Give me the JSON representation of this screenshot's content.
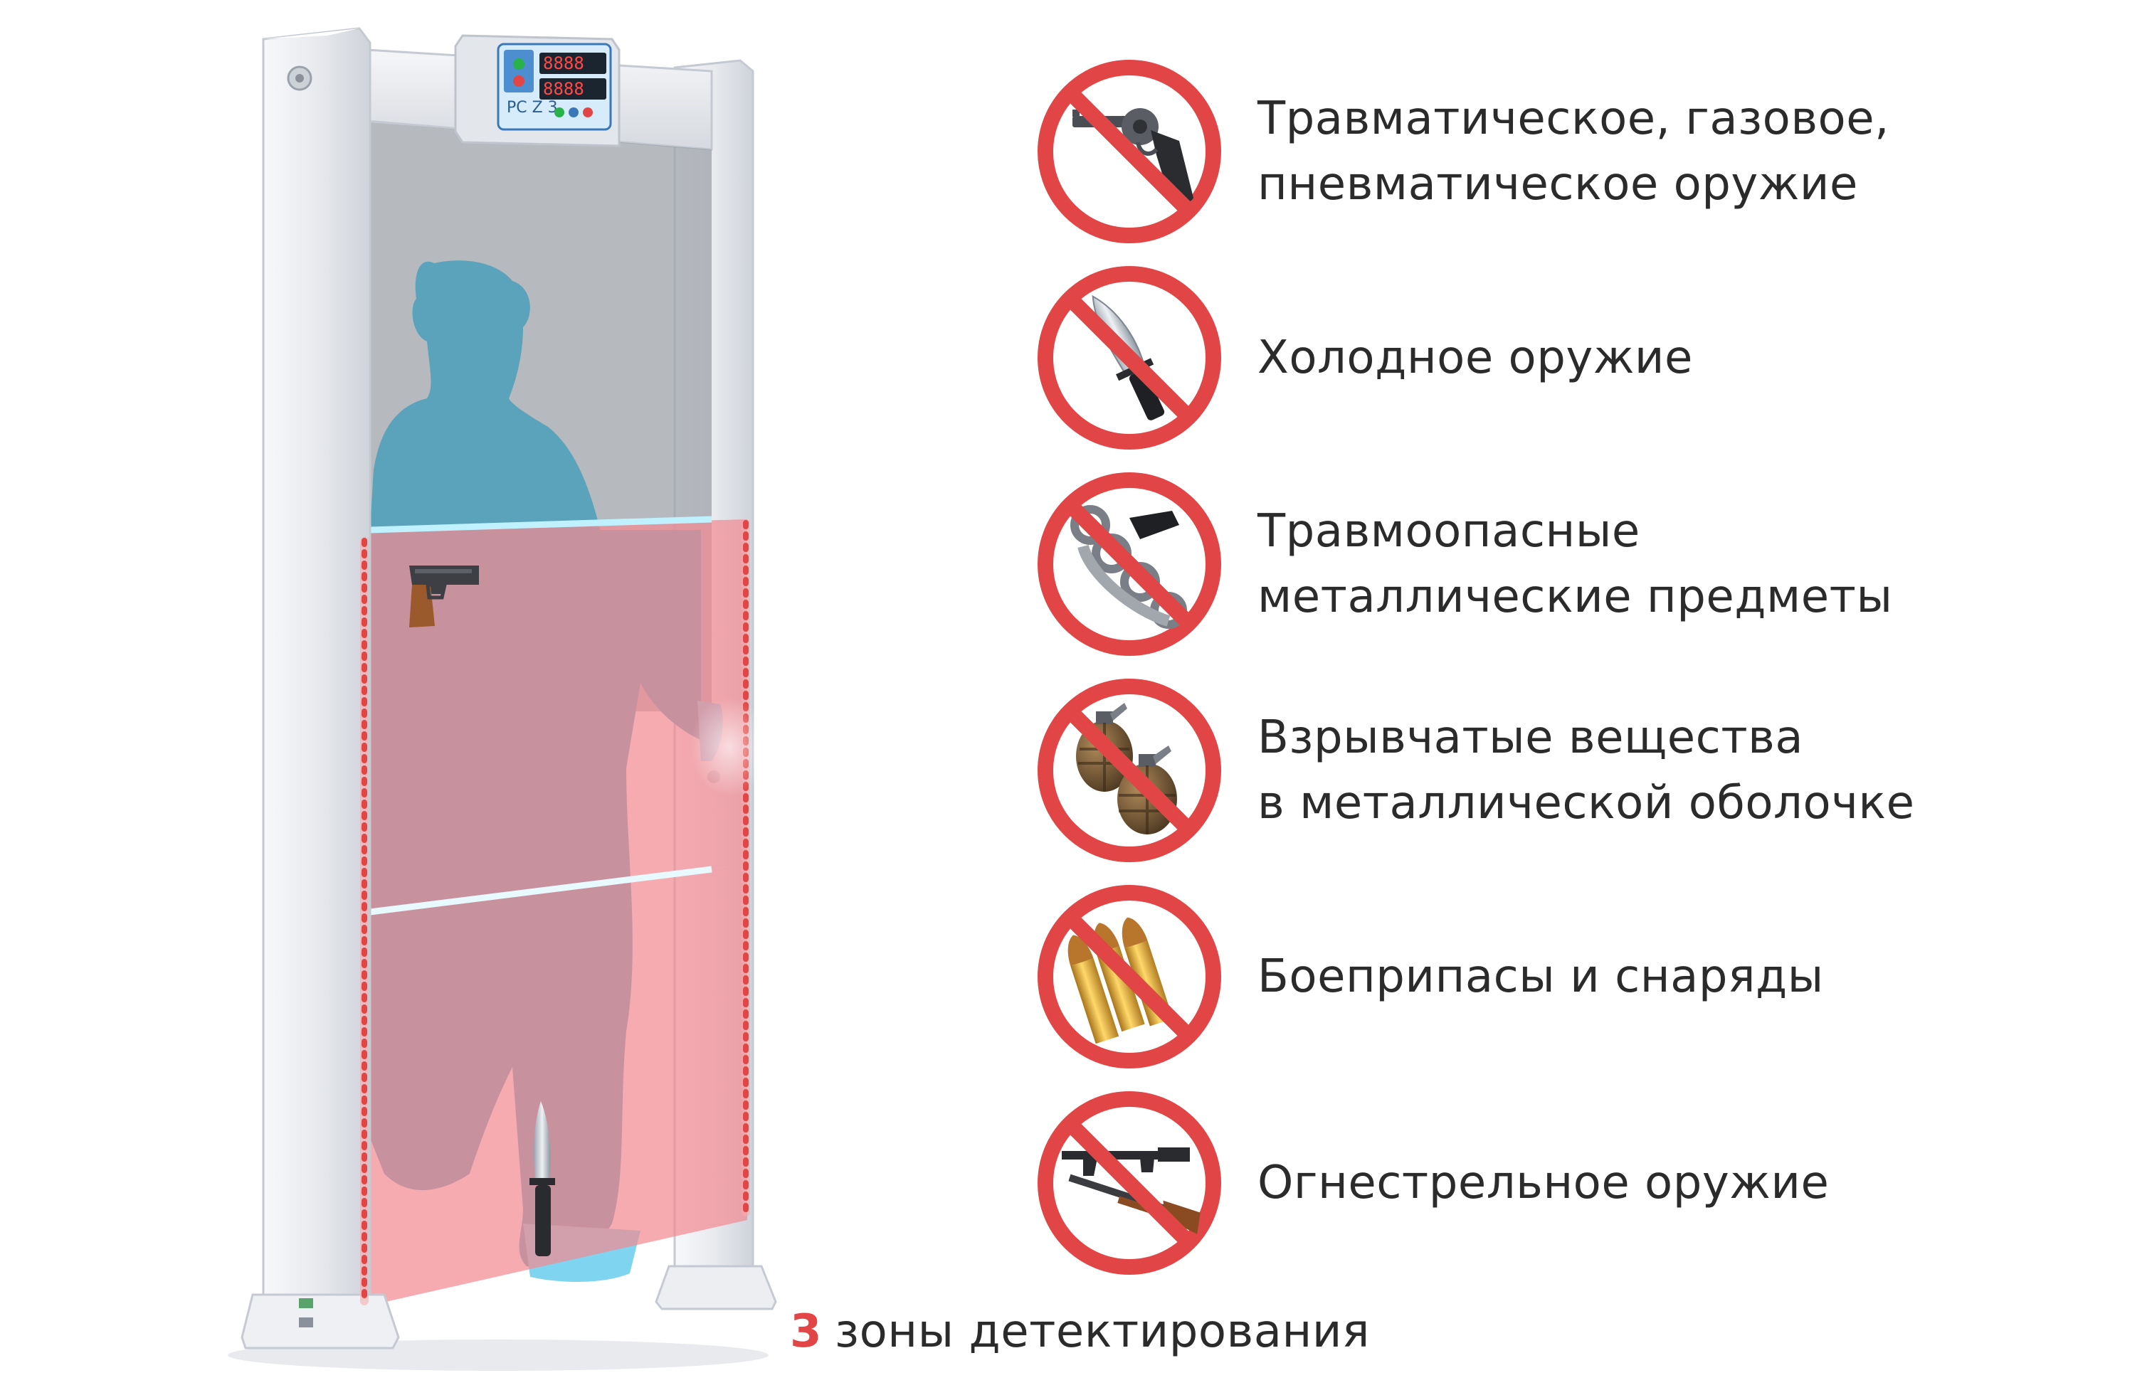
{
  "device": {
    "model_label": "PC Z 3",
    "display_top": "8888",
    "display_bottom": "8888"
  },
  "prohibited_items": [
    {
      "icon": "revolver-icon",
      "line1": "Травматическое, газовое,",
      "line2": "пневматическое оружие"
    },
    {
      "icon": "knife-icon",
      "line1": "Холодное оружие",
      "line2": ""
    },
    {
      "icon": "brass-knuckles-icon",
      "line1": "Травмоопасные",
      "line2": "металлические предметы"
    },
    {
      "icon": "grenade-icon",
      "line1": "Взрывчатые вещества",
      "line2": "в металлической оболочке"
    },
    {
      "icon": "bullets-icon",
      "line1": "Боеприпасы и снаряды",
      "line2": ""
    },
    {
      "icon": "firearms-icon",
      "line1": "Огнестрельное оружие",
      "line2": ""
    }
  ],
  "caption": {
    "number": "3",
    "text": "зоны детектирования"
  },
  "colors": {
    "prohibition_red": "#e24545",
    "zone_red": "#f38b93",
    "silhouette_blue": "#5aa3bb",
    "frame_gray": "#e6e8ec",
    "text": "#2b2b2b"
  }
}
